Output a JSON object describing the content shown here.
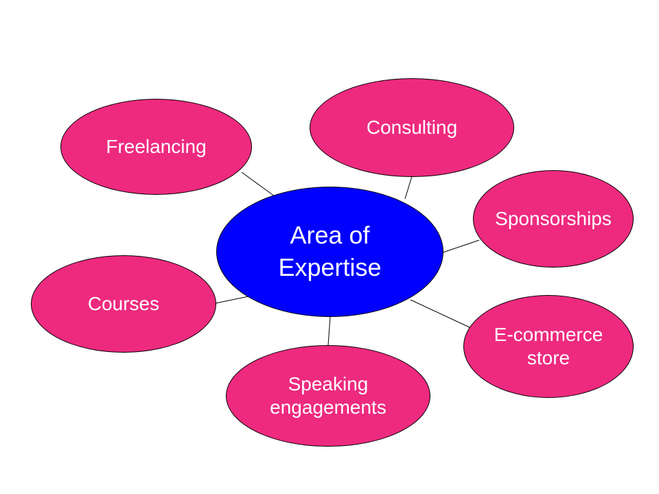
{
  "colors": {
    "center_fill": "#0000ff",
    "satellite_fill": "#ee2a7f",
    "outline": "#000000",
    "text": "#ffffff",
    "connector": "#000000"
  },
  "center": {
    "label": "Area of\nExpertise"
  },
  "satellites": [
    {
      "id": "freelancing",
      "label": "Freelancing"
    },
    {
      "id": "consulting",
      "label": "Consulting"
    },
    {
      "id": "sponsorships",
      "label": "Sponsorships"
    },
    {
      "id": "courses",
      "label": "Courses"
    },
    {
      "id": "ecommerce",
      "label": "E-commerce\nstore"
    },
    {
      "id": "speaking",
      "label": "Speaking\nengagements"
    }
  ]
}
